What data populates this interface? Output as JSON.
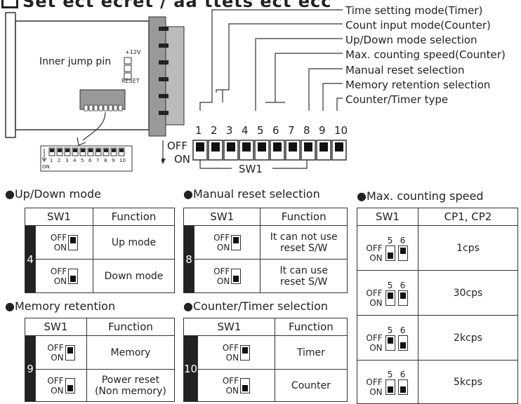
{
  "header": {
    "title": "Set ect ecret / aa ttets ect ecc"
  },
  "device": {
    "inner_jump_pin": "Inner jump pin",
    "v12": "+12V",
    "reset": "RESET",
    "on": "ON",
    "small_numbers": [
      "1",
      "2",
      "3",
      "4",
      "5",
      "6",
      "7",
      "8",
      "9",
      "10"
    ]
  },
  "sw_strip": {
    "numbers": [
      "1",
      "2",
      "3",
      "4",
      "5",
      "6",
      "7",
      "8",
      "9",
      "10"
    ],
    "off": "OFF",
    "on": "ON",
    "sw1": "SW1"
  },
  "legend": [
    {
      "text": "Time setting mode(Timer)"
    },
    {
      "text": "Count input mode(Counter)"
    },
    {
      "text": "Up/Down mode selection"
    },
    {
      "text": "Max. counting speed(Counter)"
    },
    {
      "text": "Manual reset selection"
    },
    {
      "text": "Memory retention selection"
    },
    {
      "text": "Counter/Timer type"
    }
  ],
  "tables": {
    "updown": {
      "title": "●Up/Down mode",
      "h1": "SW1",
      "h2": "Function",
      "num": "4",
      "r1": "Up mode",
      "r2": "Down mode",
      "off": "OFF",
      "on": "ON"
    },
    "reset": {
      "title": "●Manual reset selection",
      "h1": "SW1",
      "h2": "Function",
      "num": "8",
      "r1a": "It can not use",
      "r1b": "reset S/W",
      "r2a": "It can use",
      "r2b": "reset S/W",
      "off": "OFF",
      "on": "ON"
    },
    "memory": {
      "title": "●Memory retention",
      "h1": "SW1",
      "h2": "Function",
      "num": "9",
      "r1": "Memory",
      "r2a": "Power reset",
      "r2b": "(Non memory)",
      "off": "OFF",
      "on": "ON"
    },
    "ct": {
      "title": "●Counter/Timer selection",
      "h1": "SW1",
      "h2": "Function",
      "num": "10",
      "r1": "Timer",
      "r2": "Counter",
      "off": "OFF",
      "on": "ON"
    },
    "speed": {
      "title": "●Max. counting speed",
      "h1": "SW1",
      "h2": "CP1, CP2",
      "n5": "5",
      "n6": "6",
      "rows": [
        "1cps",
        "30cps",
        "2kcps",
        "5kcps"
      ],
      "off": "OFF",
      "on": "ON"
    }
  }
}
